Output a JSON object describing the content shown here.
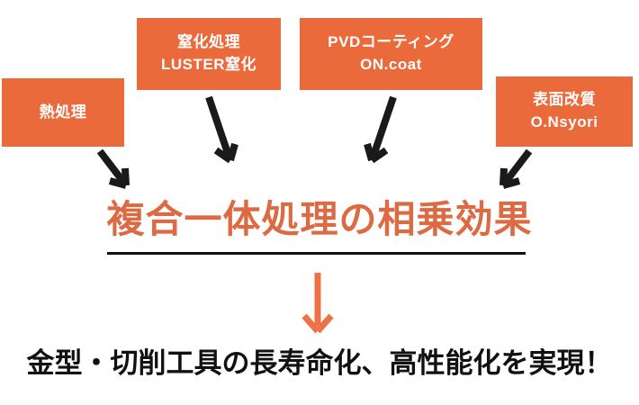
{
  "diagram": {
    "boxes": [
      {
        "name": "heat-treatment",
        "line1": "熱処理",
        "line2": ""
      },
      {
        "name": "nitriding",
        "line1": "窒化処理",
        "line2": "LUSTER窒化"
      },
      {
        "name": "pvd-coating",
        "line1": "PVDコーティング",
        "line2": "ON.coat"
      },
      {
        "name": "surface-modification",
        "line1": "表面改質",
        "line2": "O.Nsyori"
      }
    ],
    "title": "複合一体処理の相乗効果",
    "result": "金型・切削工具の長寿命化、高性能化を実現！",
    "colors": {
      "box": "#EB6A3C",
      "title": "#DC6A42",
      "arrow_orange": "#ED7245",
      "arrow_black": "#1A1A1A"
    }
  }
}
